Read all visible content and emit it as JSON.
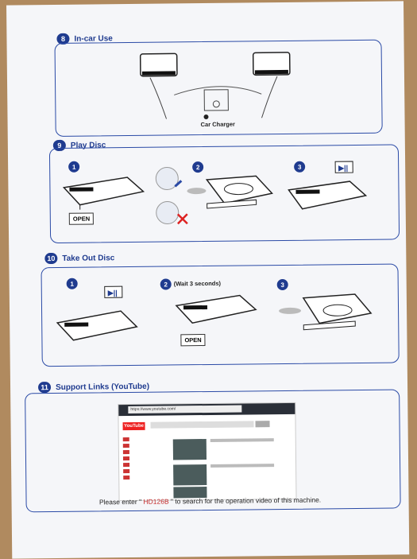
{
  "sections": [
    {
      "number": "8",
      "title": "In-car Use",
      "caption": "Car Charger"
    },
    {
      "number": "9",
      "title": "Play Disc"
    },
    {
      "number": "10",
      "title": "Take Out Disc"
    },
    {
      "number": "11",
      "title": "Support Links (YouTube)"
    }
  ],
  "steps": {
    "play": [
      "1",
      "2",
      "3"
    ],
    "take": [
      "1",
      "2",
      "3"
    ]
  },
  "labels": {
    "open": "OPEN",
    "wait": "(Wait 3 seconds)"
  },
  "support": {
    "url": "https://www.youtube.com/",
    "logo": "YouTube",
    "hint_pre": "Please enter \"",
    "code": "HD126B",
    "hint_post": "\" to search for the operation video of this machine."
  },
  "colors": {
    "accent": "#1f3b8f",
    "border": "#2a4aa6",
    "code": "#c42a2a"
  }
}
